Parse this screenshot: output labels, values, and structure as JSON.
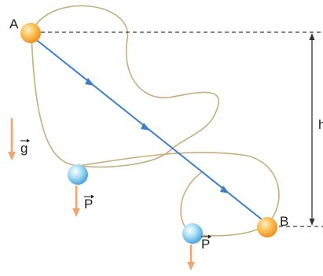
{
  "labels": {
    "point_a": "A",
    "point_b": "B",
    "gravity": "g",
    "weight_1": "P",
    "weight_2": "P",
    "height": "h"
  },
  "colors": {
    "path": "#c9ad7a",
    "segment": "#3f7fc7",
    "vector": "#f4a56f",
    "dashed": "#3a3a3a",
    "ball_orange": "#f6a43a",
    "ball_blue": "#78bfe8"
  }
}
